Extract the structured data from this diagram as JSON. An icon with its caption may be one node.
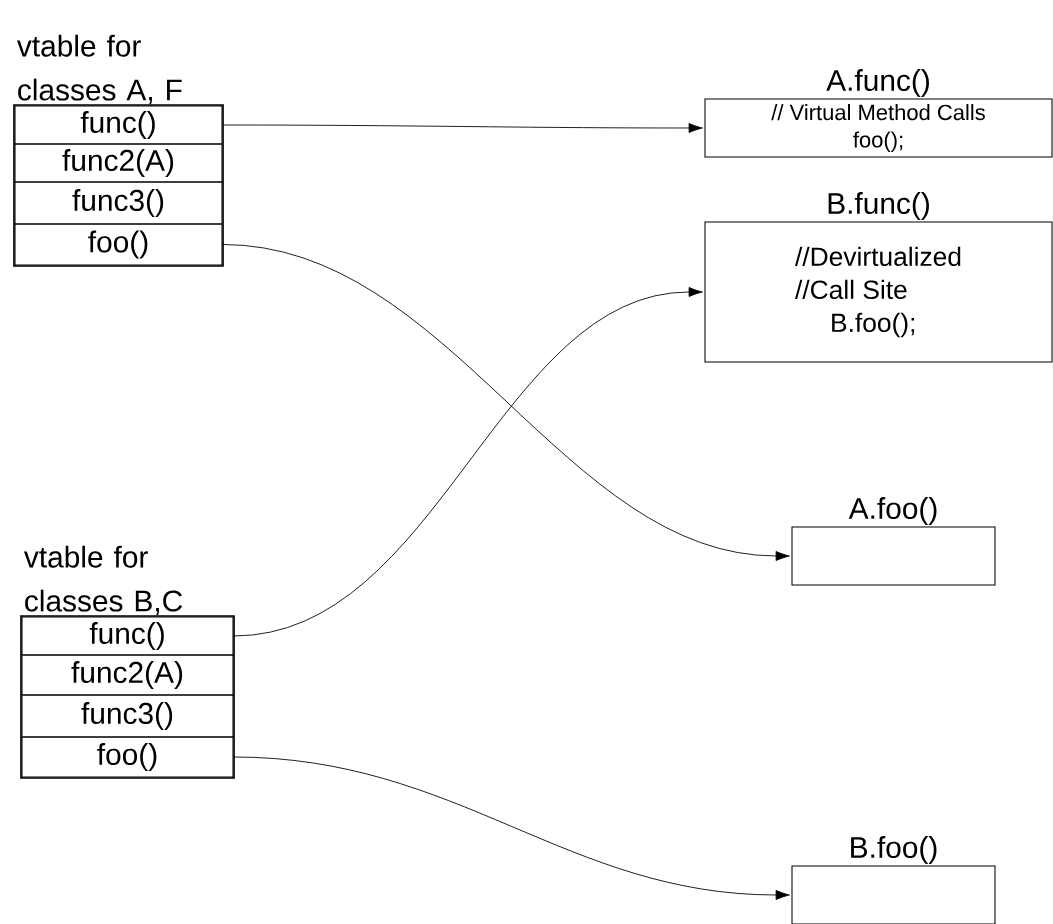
{
  "diagram": {
    "nodes": [
      {
        "text": [
          "vtable for classes A, F"
        ]
      },
      {
        "text": [
          "func()"
        ],
        "in": 0
      },
      {
        "text": [
          "func2(A)"
        ],
        "in": 0
      },
      {
        "text": [
          "func3()"
        ],
        "in": 0
      },
      {
        "text": [
          "foo()"
        ],
        "in": 0
      },
      {
        "text": [
          "A.func()",
          "// Virtual Method Calls",
          "foo();"
        ]
      },
      {
        "text": [
          "B.func()",
          "//Devirtualized",
          "//Call Site",
          "B.foo();"
        ]
      },
      {
        "text": [
          "A.foo()"
        ]
      },
      {
        "text": [
          "vtable for classes B,C"
        ]
      },
      {
        "text": [
          "func()"
        ],
        "in": 8
      },
      {
        "text": [
          "func2(A)"
        ],
        "in": 8
      },
      {
        "text": [
          "func3()"
        ],
        "in": 8
      },
      {
        "text": [
          "foo()"
        ],
        "in": 8
      },
      {
        "text": [
          "B.foo()"
        ]
      }
    ],
    "edges": [
      {
        "from": 1,
        "to": 5,
        "arrow": "to"
      },
      {
        "from": 4,
        "to": 7,
        "arrow": "to"
      },
      {
        "from": 9,
        "to": 6,
        "arrow": "to"
      },
      {
        "from": 12,
        "to": 13,
        "arrow": "to"
      }
    ]
  }
}
